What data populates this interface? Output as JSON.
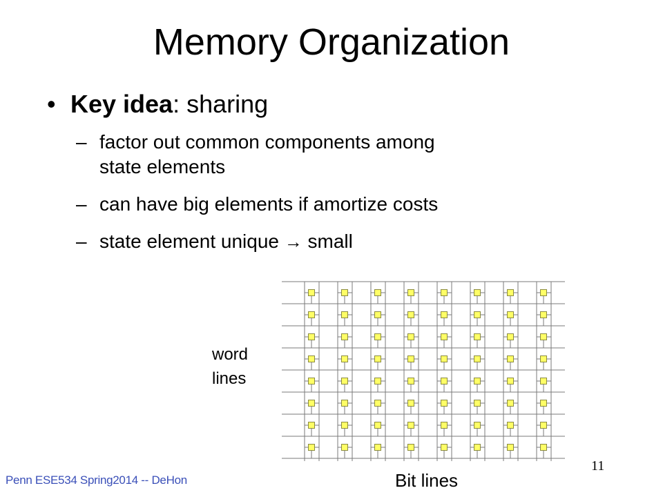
{
  "slide": {
    "title": "Memory Organization",
    "bullet_main": {
      "bold": "Key idea",
      "rest": ": sharing"
    },
    "sub_bullets": [
      {
        "line1": "factor out common components among",
        "line2": "state elements"
      },
      {
        "line1": "can have big elements if amortize costs"
      },
      {
        "prefix": "state element unique",
        "arrow": "→",
        "suffix": "small"
      }
    ],
    "diagram": {
      "word_label_line1": "word",
      "word_label_line2": "lines",
      "bit_label": "Bit lines",
      "rows": 8,
      "cols": 8,
      "cell_color": "#ffff66"
    },
    "footer": "Penn ESE534 Spring2014 -- DeHon",
    "page_number": "11"
  }
}
